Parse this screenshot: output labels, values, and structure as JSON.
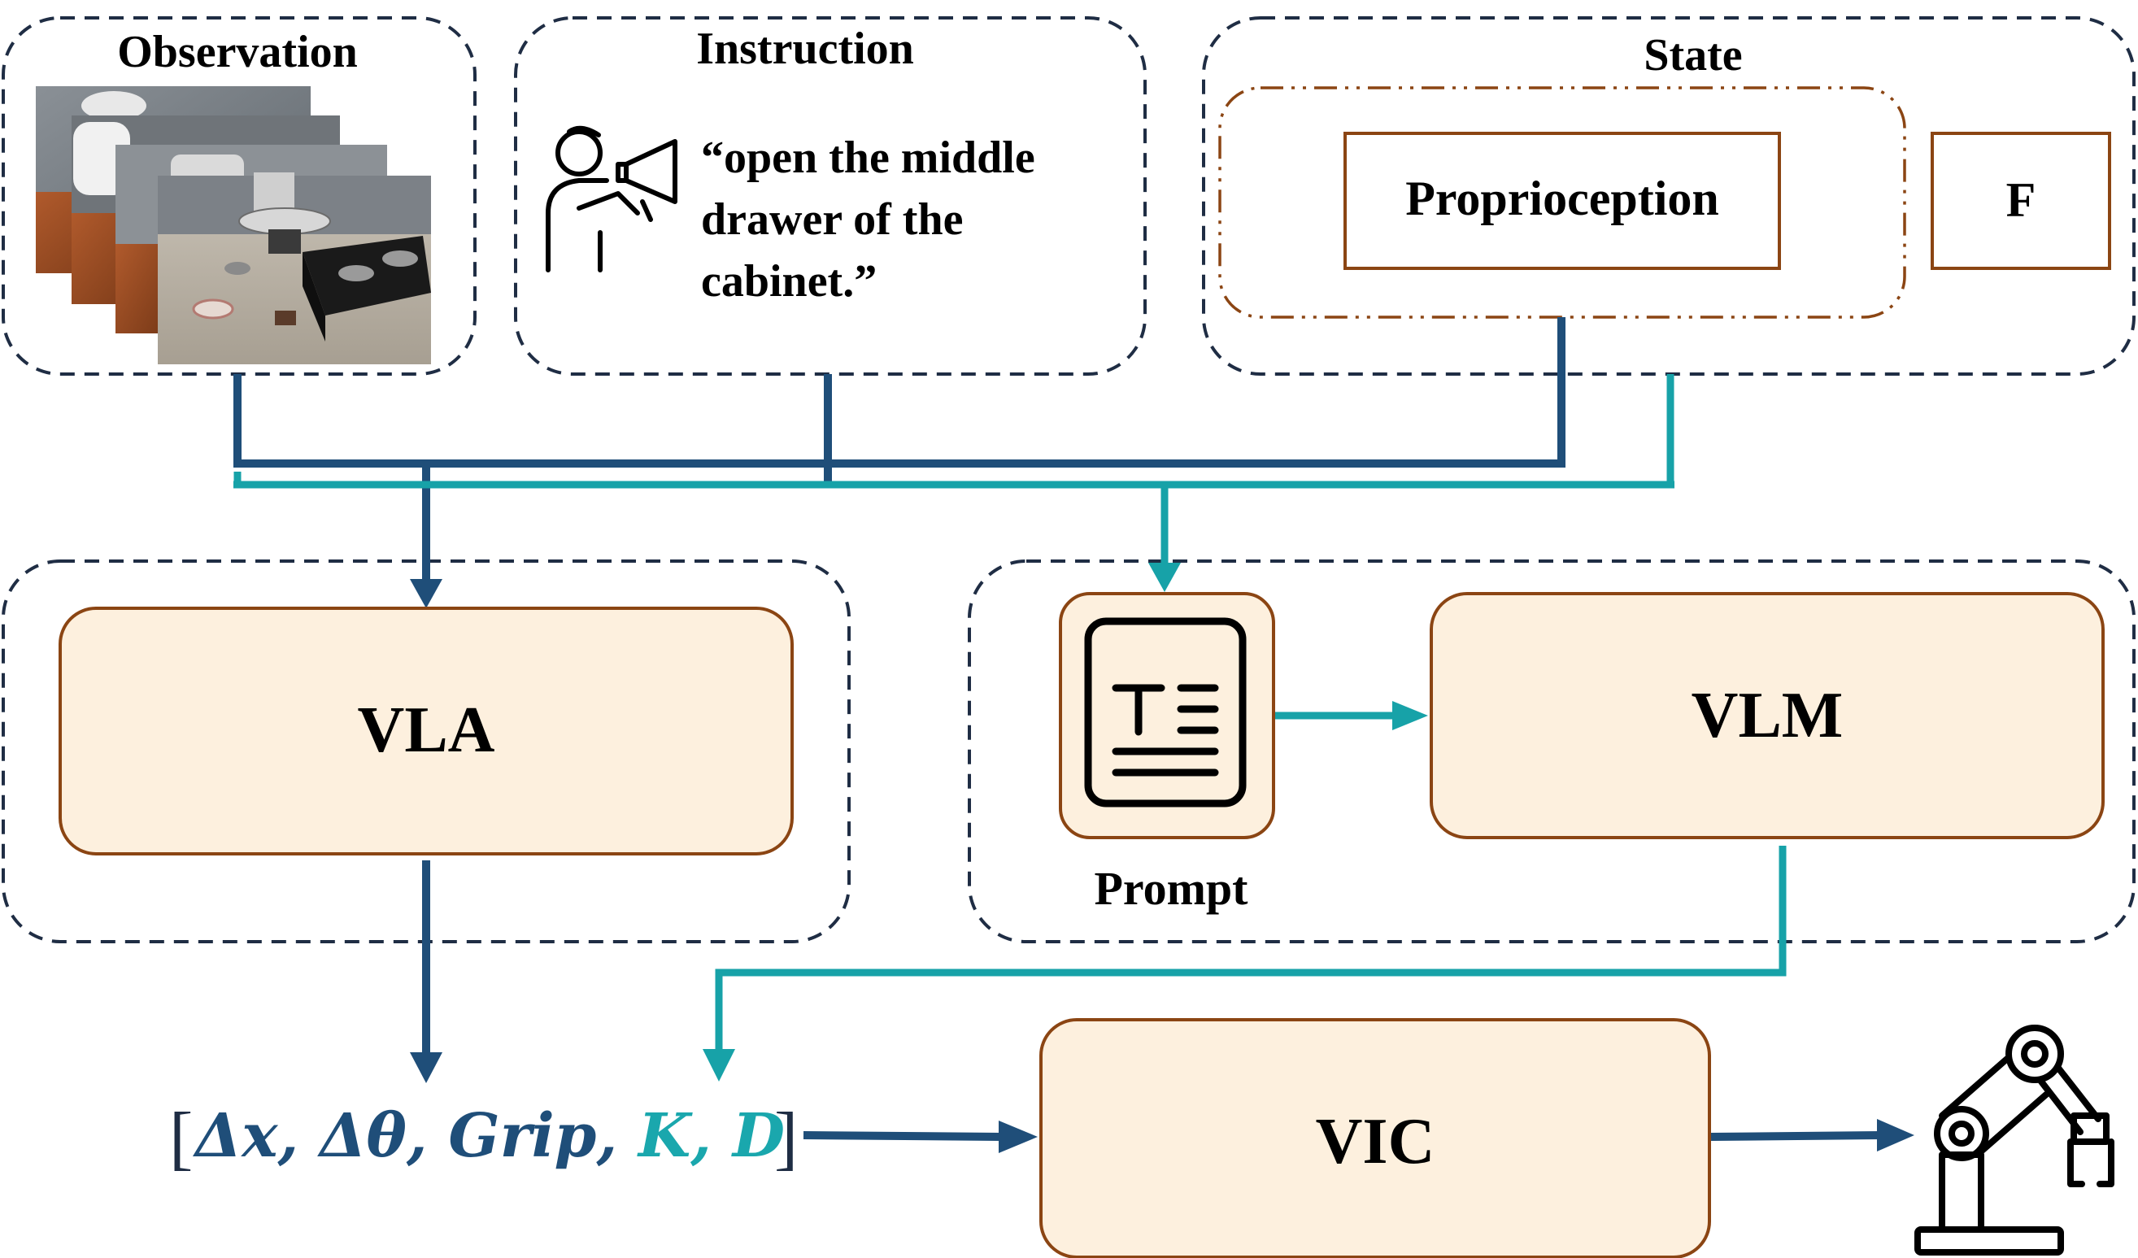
{
  "colors": {
    "navy": "#1f4e79",
    "teal": "#17a2a8",
    "teal_text": "#1aa7ad",
    "box_fill": "#fdf0de",
    "box_border": "#8b4513",
    "dash": "#1f2d44"
  },
  "observation": {
    "title": "Observation"
  },
  "instruction": {
    "title": "Instruction",
    "lines": [
      "“open the middle",
      "drawer of the",
      "cabinet.”"
    ],
    "icon": "person-megaphone-icon"
  },
  "state": {
    "title": "State",
    "proprioception": "Proprioception",
    "force": "F"
  },
  "vla": {
    "label": "VLA"
  },
  "vlm": {
    "label": "VLM"
  },
  "prompt": {
    "label": "Prompt",
    "icon": "text-document-icon"
  },
  "vic": {
    "label": "VIC"
  },
  "action_vector": {
    "open": "[",
    "close": "]",
    "items": [
      {
        "text": "Δx",
        "color": "navy"
      },
      {
        "text": ", ",
        "color": "navy"
      },
      {
        "text": "Δθ",
        "color": "navy"
      },
      {
        "text": ", ",
        "color": "navy"
      },
      {
        "text": "Grip",
        "color": "navy"
      },
      {
        "text": ", ",
        "color": "navy"
      },
      {
        "text": "K",
        "color": "teal"
      },
      {
        "text": ", ",
        "color": "teal"
      },
      {
        "text": "D",
        "color": "teal"
      }
    ]
  },
  "robot": {
    "icon": "robot-arm-icon"
  }
}
